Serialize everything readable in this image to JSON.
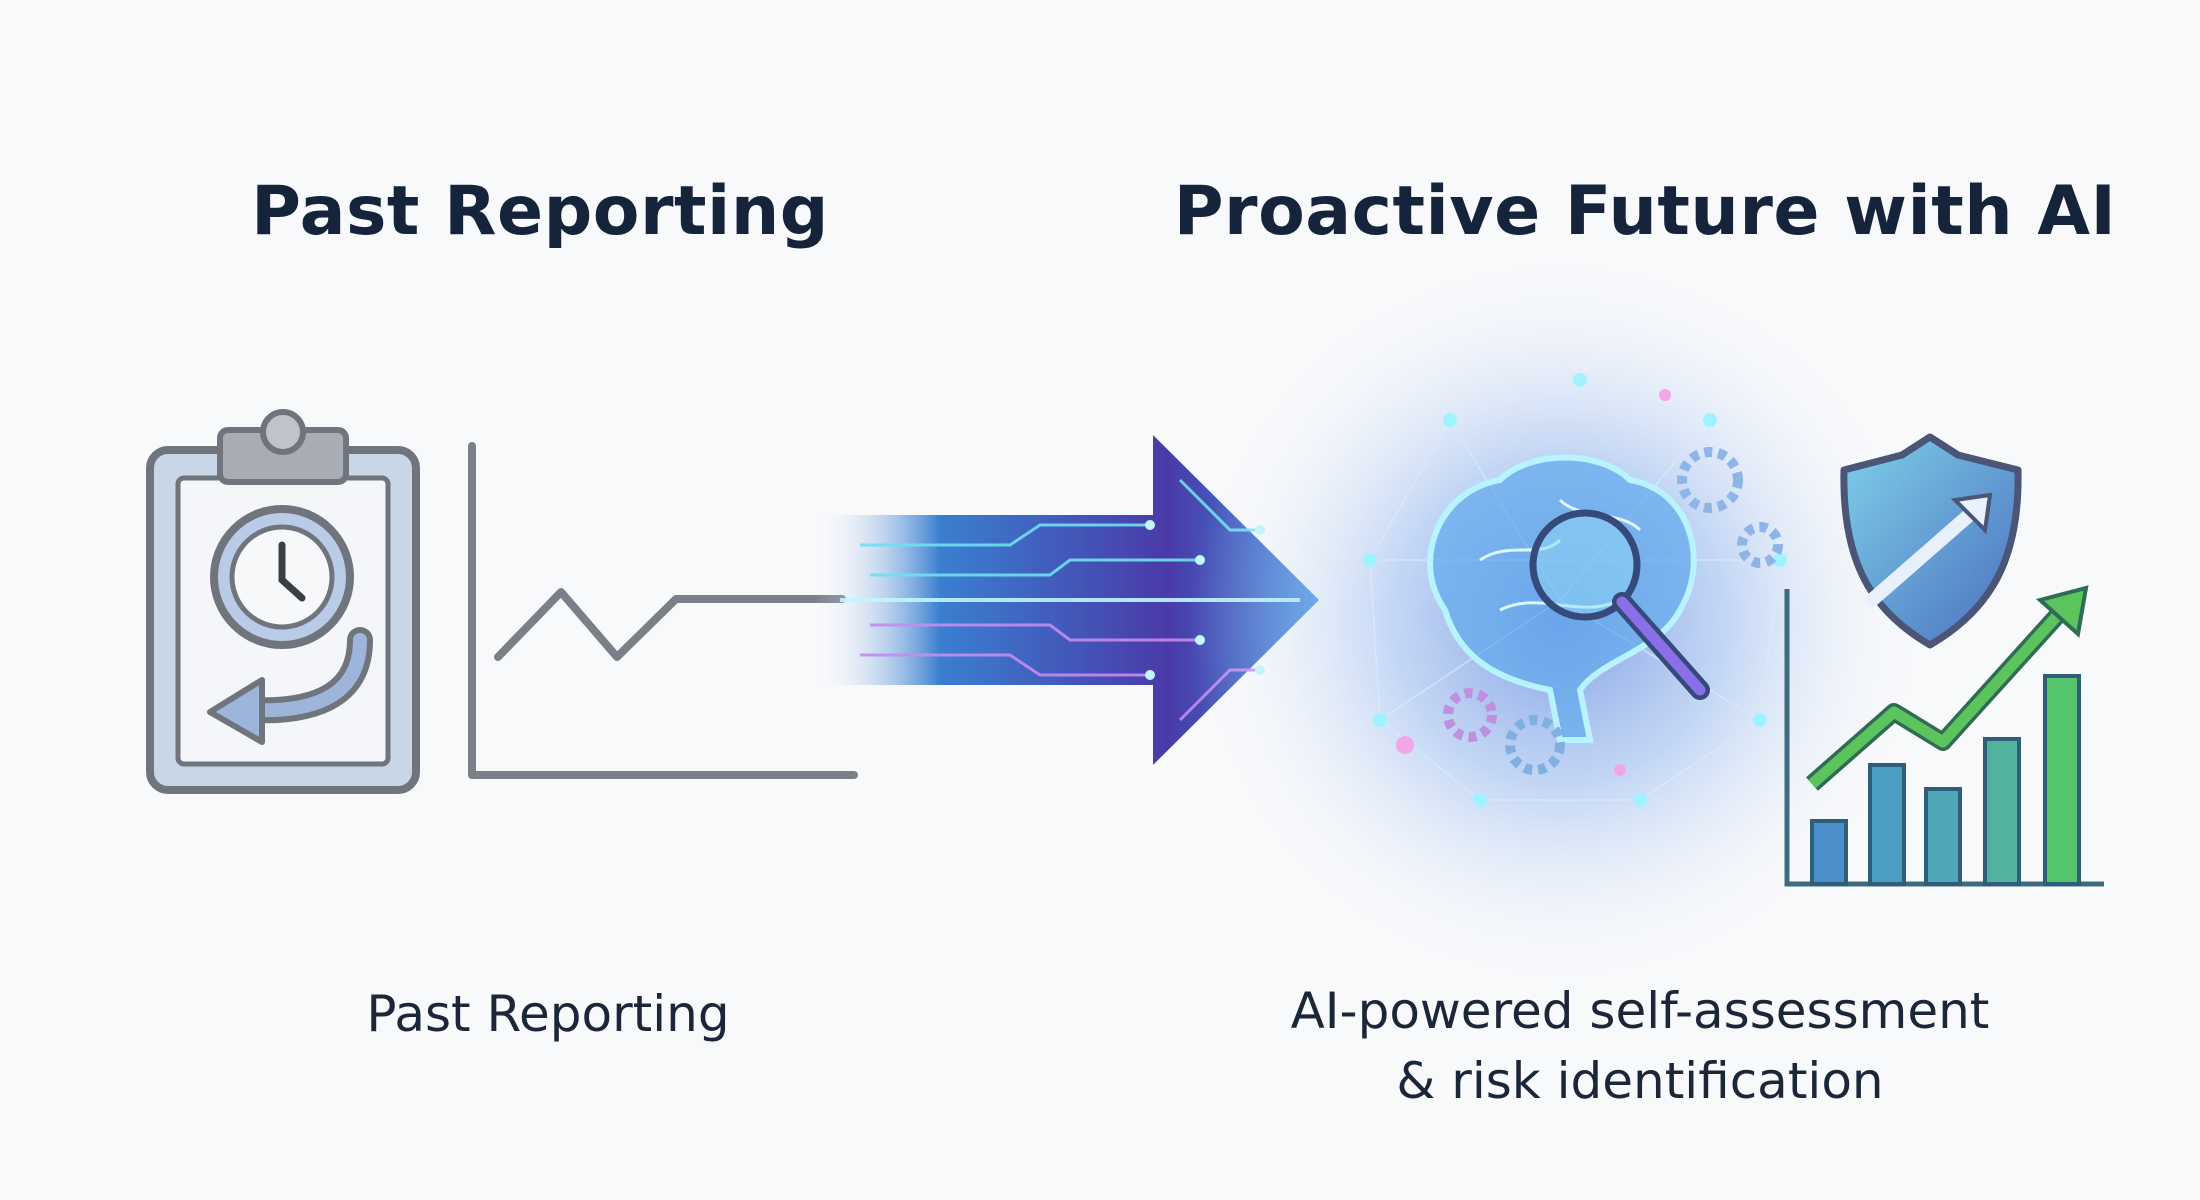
{
  "left": {
    "title": "Past Reporting",
    "caption": "Past Reporting",
    "icons": [
      "clipboard-clock-icon",
      "flat-line-chart-icon"
    ]
  },
  "transition": {
    "icon": "circuit-arrow-icon"
  },
  "right": {
    "title": "Proactive Future with AI",
    "caption_line1": "AI-powered self-assessment",
    "caption_line2": "& risk identification",
    "icons": [
      "ai-brain-magnifier-icon",
      "shield-arrow-icon",
      "growth-bar-chart-icon"
    ]
  },
  "colors": {
    "text": "#15233b",
    "gray_icon": "#7b8088",
    "clipboard_fill": "#c9d6e8",
    "arrow_purple": "#5a3fb0",
    "arrow_cyan": "#3fd0e8",
    "glow": "#a9c8f5",
    "bar_blue": "#4a8fc9",
    "bar_green": "#56c46a"
  }
}
